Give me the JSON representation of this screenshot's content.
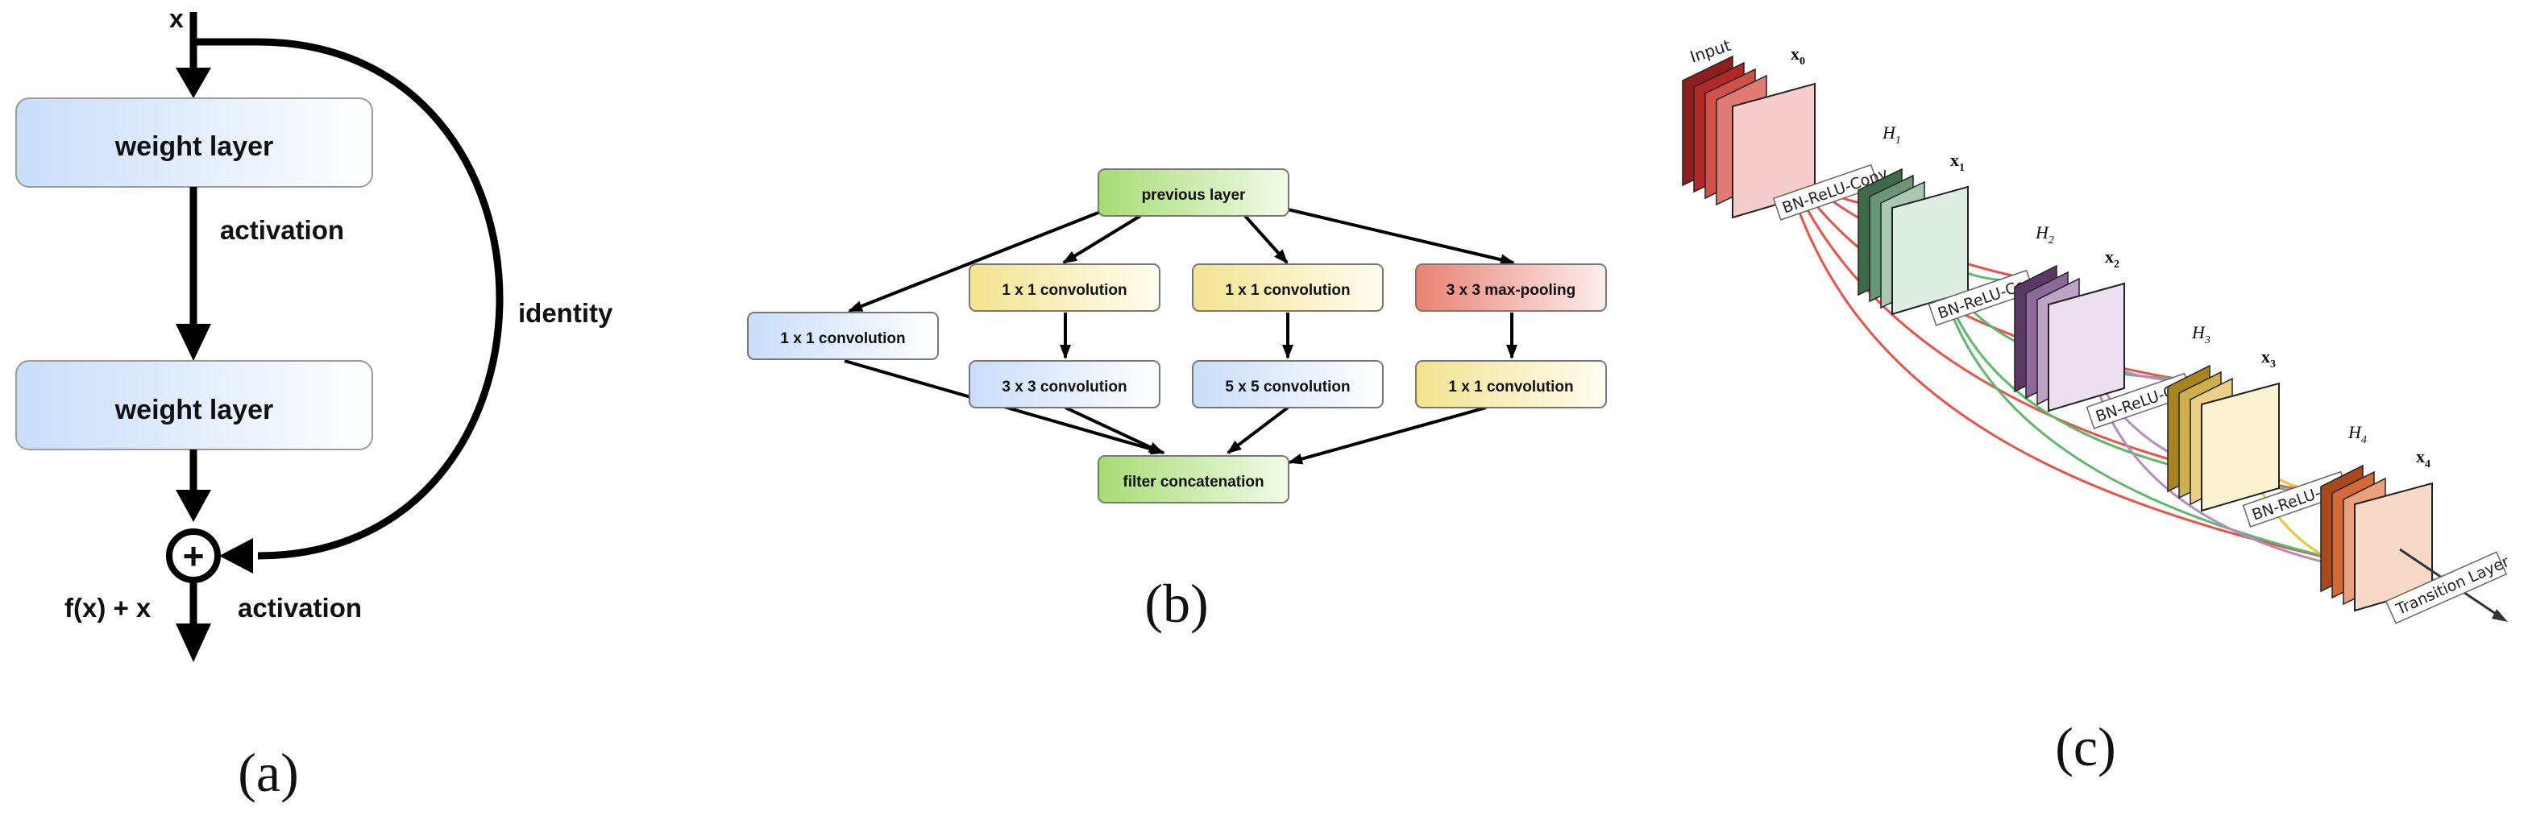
{
  "panel_a": {
    "input_label": "x",
    "layer1_label": "weight layer",
    "activation1_label": "activation",
    "layer2_label": "weight layer",
    "identity_label": "identity",
    "sum_symbol": "+",
    "output_label": "f(x) + x",
    "activation2_label": "activation",
    "caption": "(a)"
  },
  "panel_b": {
    "previous_layer": "previous layer",
    "conv1x1_left": "1 x 1 convolution",
    "conv1x1_mid1": "1 x 1 convolution",
    "conv1x1_mid2": "1 x 1 convolution",
    "maxpool": "3 x 3 max-pooling",
    "conv3x3": "3 x 3 convolution",
    "conv5x5": "5 x 5 convolution",
    "conv1x1_right": "1 x 1 convolution",
    "filter_concat": "filter concatenation",
    "caption": "(b)"
  },
  "panel_c": {
    "input_label": "Input",
    "x0": "x",
    "x0_sub": "0",
    "x1": "x",
    "x1_sub": "1",
    "x2": "x",
    "x2_sub": "2",
    "x3": "x",
    "x3_sub": "3",
    "x4": "x",
    "x4_sub": "4",
    "h1": "H",
    "h1_sub": "1",
    "h2": "H",
    "h2_sub": "2",
    "h3": "H",
    "h3_sub": "3",
    "h4": "H",
    "h4_sub": "4",
    "bn1": "BN-ReLU-Conv",
    "bn2": "BN-ReLU-Conv",
    "bn3": "BN-ReLU-Conv",
    "bn4": "BN-ReLU-Conv",
    "transition": "Transition Layer",
    "caption": "(c)",
    "colors": {
      "input": "#c0392b",
      "h1": "#4f7a5a",
      "h2": "#7d5a86",
      "h3": "#c9a530",
      "h4": "#c8602f",
      "red_link": "#e8524a",
      "green_link": "#5cb86a",
      "purple_link": "#b48ac0",
      "yellow_link": "#f0c030"
    }
  }
}
